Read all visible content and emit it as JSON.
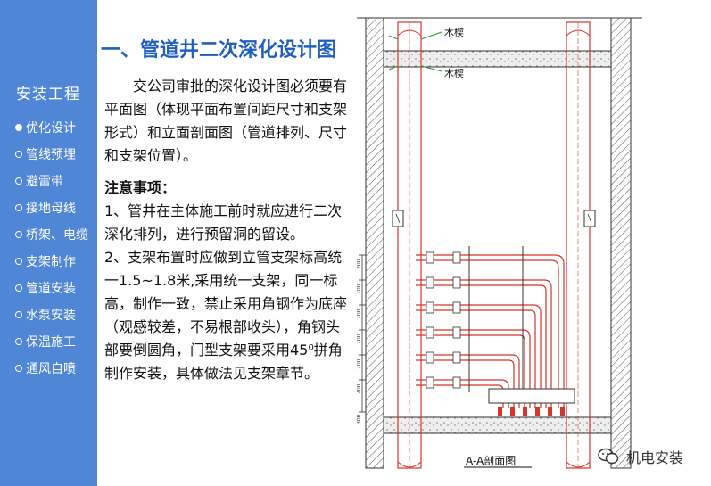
{
  "sidebar": {
    "heading": "安装工程",
    "items": [
      {
        "label": "优化设计",
        "active": true
      },
      {
        "label": "管线预埋",
        "active": false
      },
      {
        "label": "避雷带",
        "active": false
      },
      {
        "label": "接地母线",
        "active": false
      },
      {
        "label": "桥架、电缆",
        "active": false
      },
      {
        "label": "支架制作",
        "active": false
      },
      {
        "label": "管道安装",
        "active": false
      },
      {
        "label": "水泵安装",
        "active": false
      },
      {
        "label": "保温施工",
        "active": false
      },
      {
        "label": "通风自喷",
        "active": false
      }
    ]
  },
  "main": {
    "title": "一、管道井二次深化设计图",
    "intro": "交公司审批的深化设计图必须要有平面图（体现平面布置间距尺寸和支架形式）和立面剖面图（管道排列、尺寸和支架位置）。",
    "notes_heading": "注意事项：",
    "notes": [
      "1、管井在主体施工前时就应进行二次深化排列，进行预留洞的留设。",
      "2、支架布置时应做到立管支架标高统一1.5~1.8米,采用统一支架，同一标高，制作一致，禁止采用角钢作为底座（观感较差，不易根部收头），角钢头部要倒圆角，门型支架要采用45⁰拼角制作安装，具体做法见支架章节。"
    ]
  },
  "drawing": {
    "label_top": "木楔",
    "label_bottom": "木楔",
    "caption": "A-A剖面图",
    "dims": [
      "200",
      "200",
      "200",
      "200",
      "200",
      "200",
      "300"
    ]
  },
  "watermark": {
    "text": "机电安装"
  },
  "colors": {
    "sidebar": "#4f86d6",
    "title": "#1f5fbf",
    "pipe": "#d9342b"
  }
}
